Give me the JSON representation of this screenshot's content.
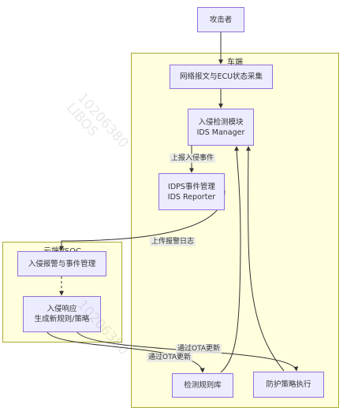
{
  "nodes": {
    "attacker": {
      "label": "攻击者"
    },
    "collector": {
      "label": "网络报文与ECU状态采集"
    },
    "ids_manager": {
      "line1": "入侵检测模块",
      "line2": "IDS Manager"
    },
    "ids_reporter": {
      "line1": "IDPS事件管理",
      "line2": "IDS Reporter"
    },
    "alert_mgmt": {
      "label": "入侵报警与事件管理"
    },
    "response": {
      "line1": "入侵响应",
      "line2": "生成新规则/策略"
    },
    "rule_base": {
      "label": "检测规则库"
    },
    "policy_exec": {
      "label": "防护策略执行"
    }
  },
  "clusters": {
    "vehicle": {
      "title": "车端"
    },
    "cloud": {
      "title": "云端VSOC"
    }
  },
  "edges": {
    "report_intrusion": "上报入侵事件",
    "upload_log": "上传报警日志",
    "ota_update_1": "通过OTA更新",
    "ota_update_2": "通过OTA更新"
  },
  "watermark": {
    "line1": "10206380",
    "line2": "LIBOS"
  },
  "colors": {
    "node_fill": "#ececff",
    "node_border": "#9370db",
    "cluster_fill": "#ffffde",
    "cluster_border": "#aaaa33",
    "edge": "#333333"
  }
}
